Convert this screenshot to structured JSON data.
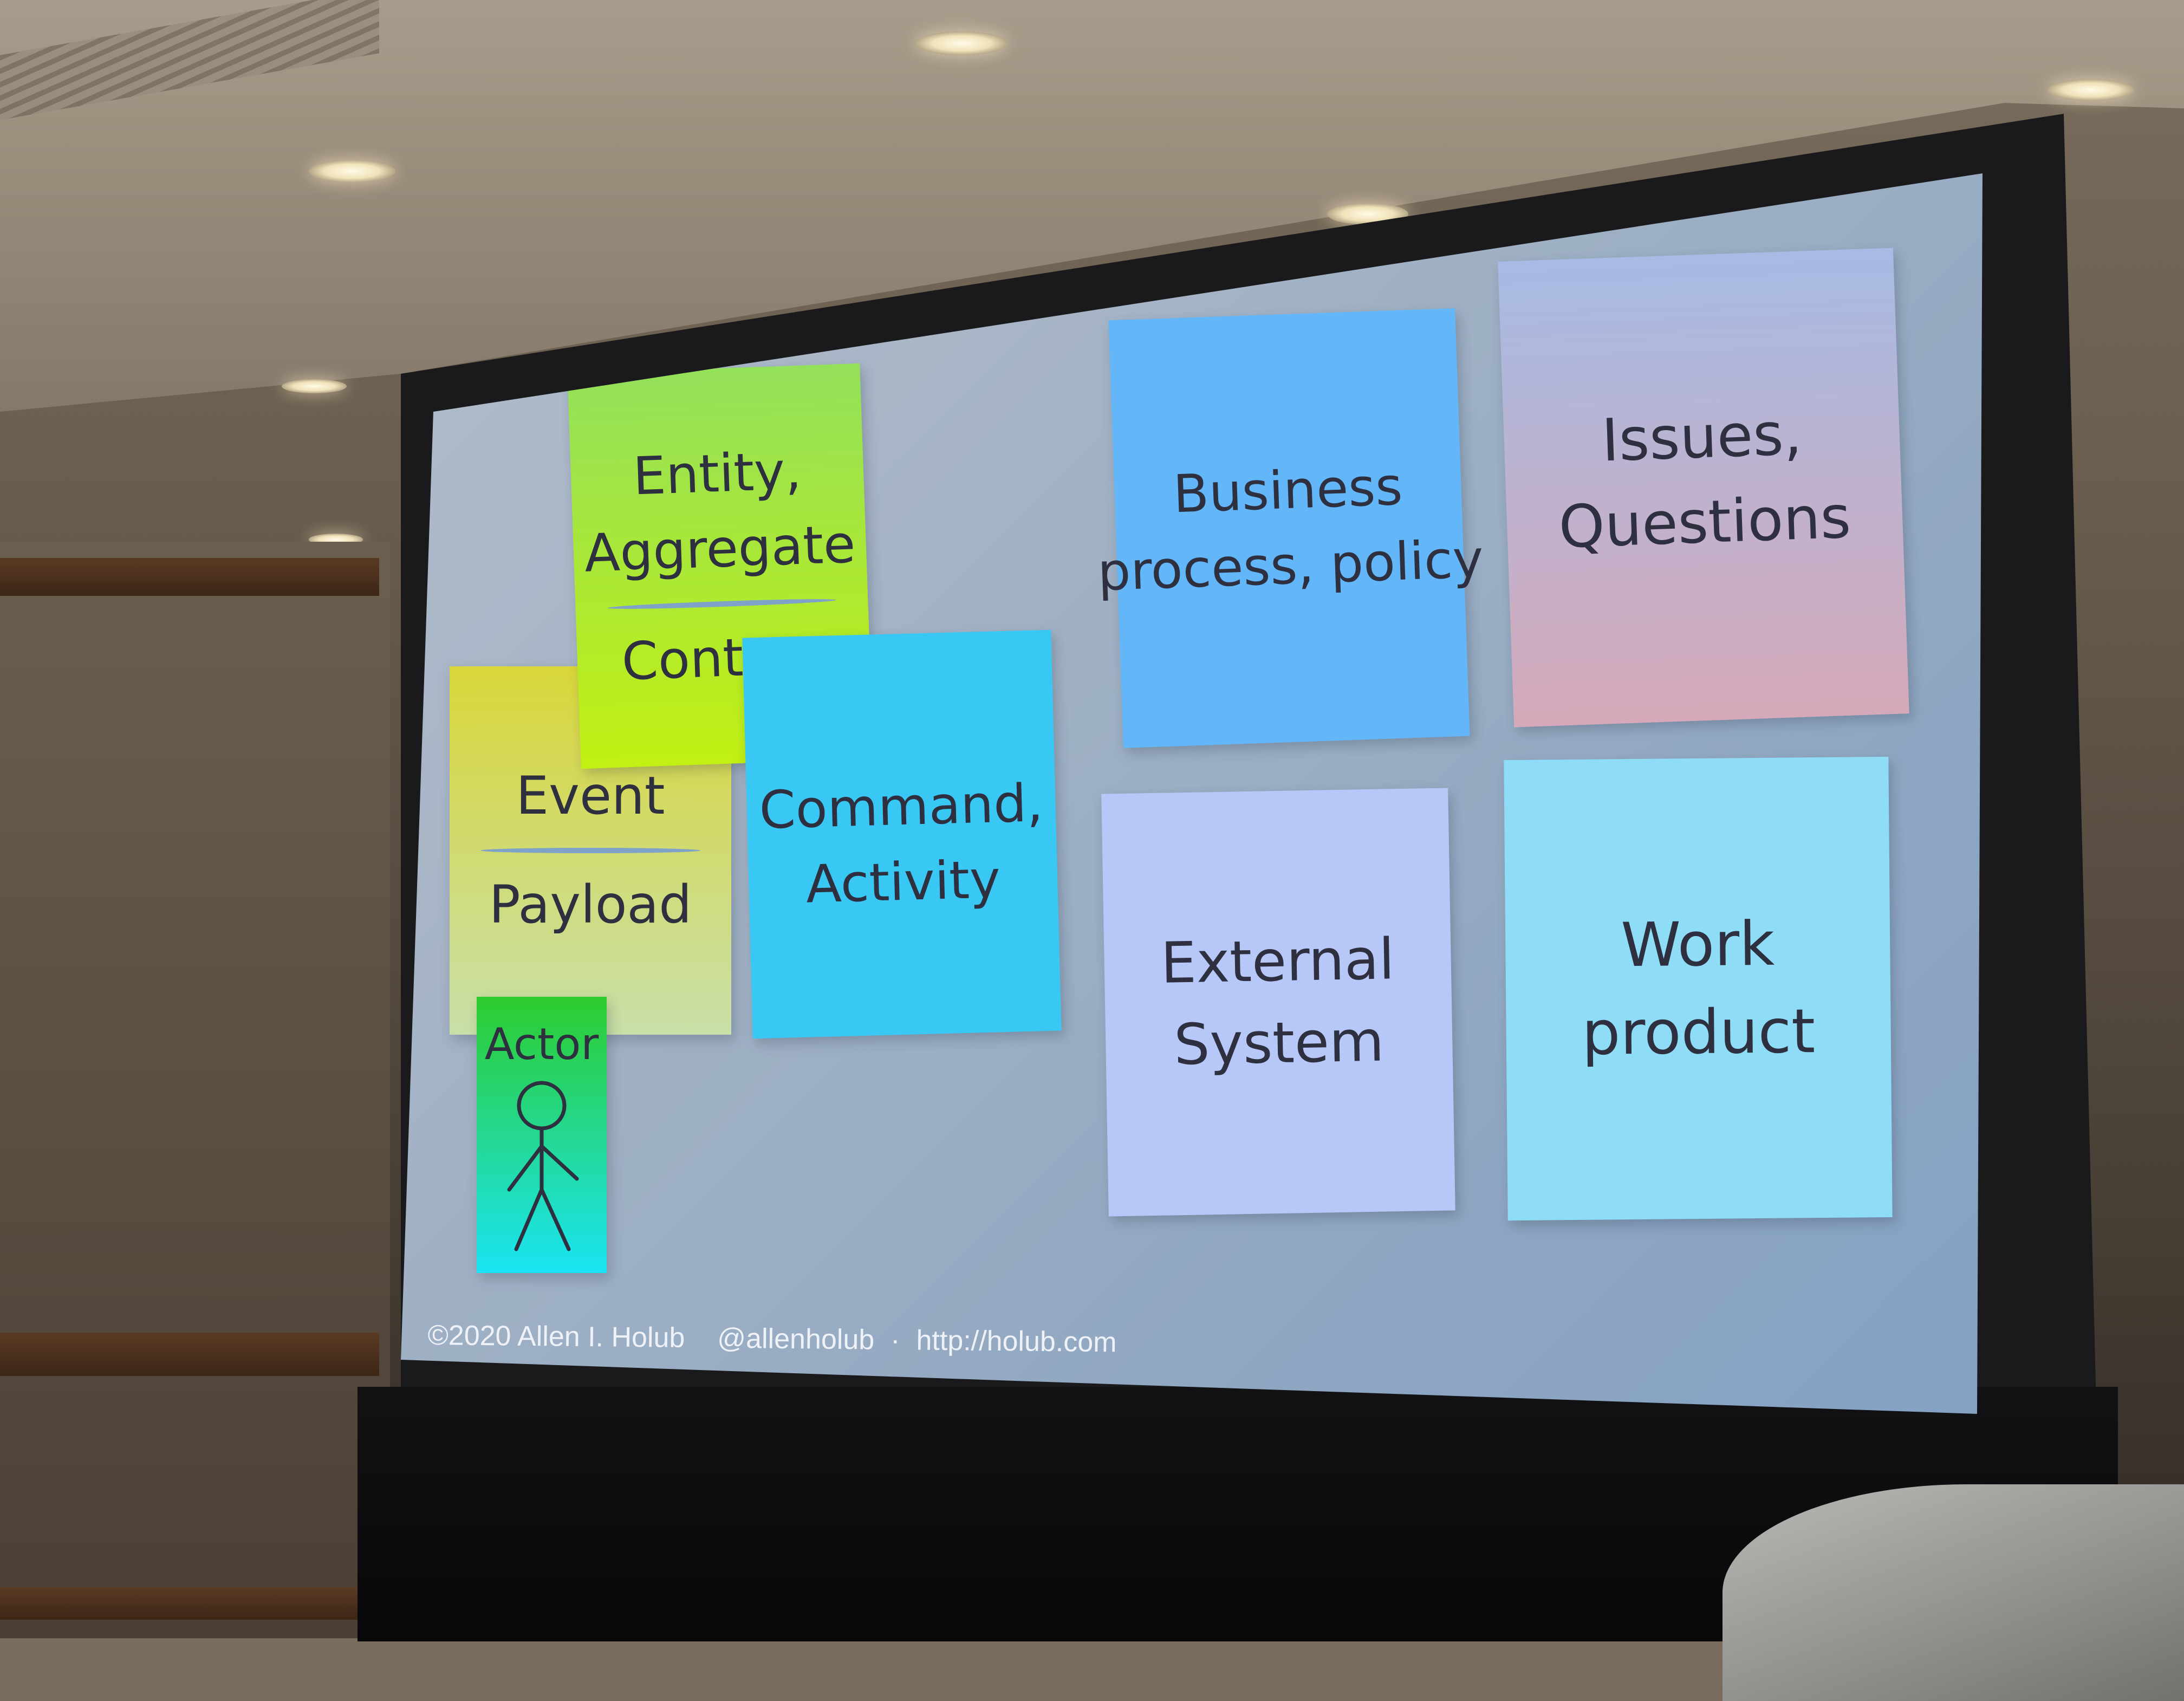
{
  "slide": {
    "notes": {
      "entity": {
        "line1": "Entity,",
        "line2": "Aggregate",
        "line3": "Context",
        "color_top": "#93e05a",
        "color_bottom": "#c2f012"
      },
      "event": {
        "line1": "Event",
        "line2": "Payload",
        "color_top": "#d9d63a",
        "color_bottom": "#c9dfa9"
      },
      "command": {
        "line1": "Command,",
        "line2": "Activity",
        "color": "#39c8f4"
      },
      "actor": {
        "label": "Actor",
        "color_top": "#2ecc2e",
        "color_bottom": "#1ae4f4"
      },
      "business": {
        "line1": "Business",
        "line2": "process, policy",
        "color": "#63b6f8"
      },
      "issues": {
        "line1": "Issues,",
        "line2": "Questions",
        "color_top": "#a7bbe4",
        "color_bottom": "#d5a9b9"
      },
      "external": {
        "line1": "External",
        "line2": "System",
        "color": "#b7c7f7"
      },
      "work": {
        "line1": "Work",
        "line2": "product",
        "color": "#8fdcf6"
      }
    },
    "footer": {
      "copyright": "©2020 Allen I. Holub",
      "handle": "@allenholub",
      "separator": "·",
      "url": "http://holub.com"
    }
  }
}
